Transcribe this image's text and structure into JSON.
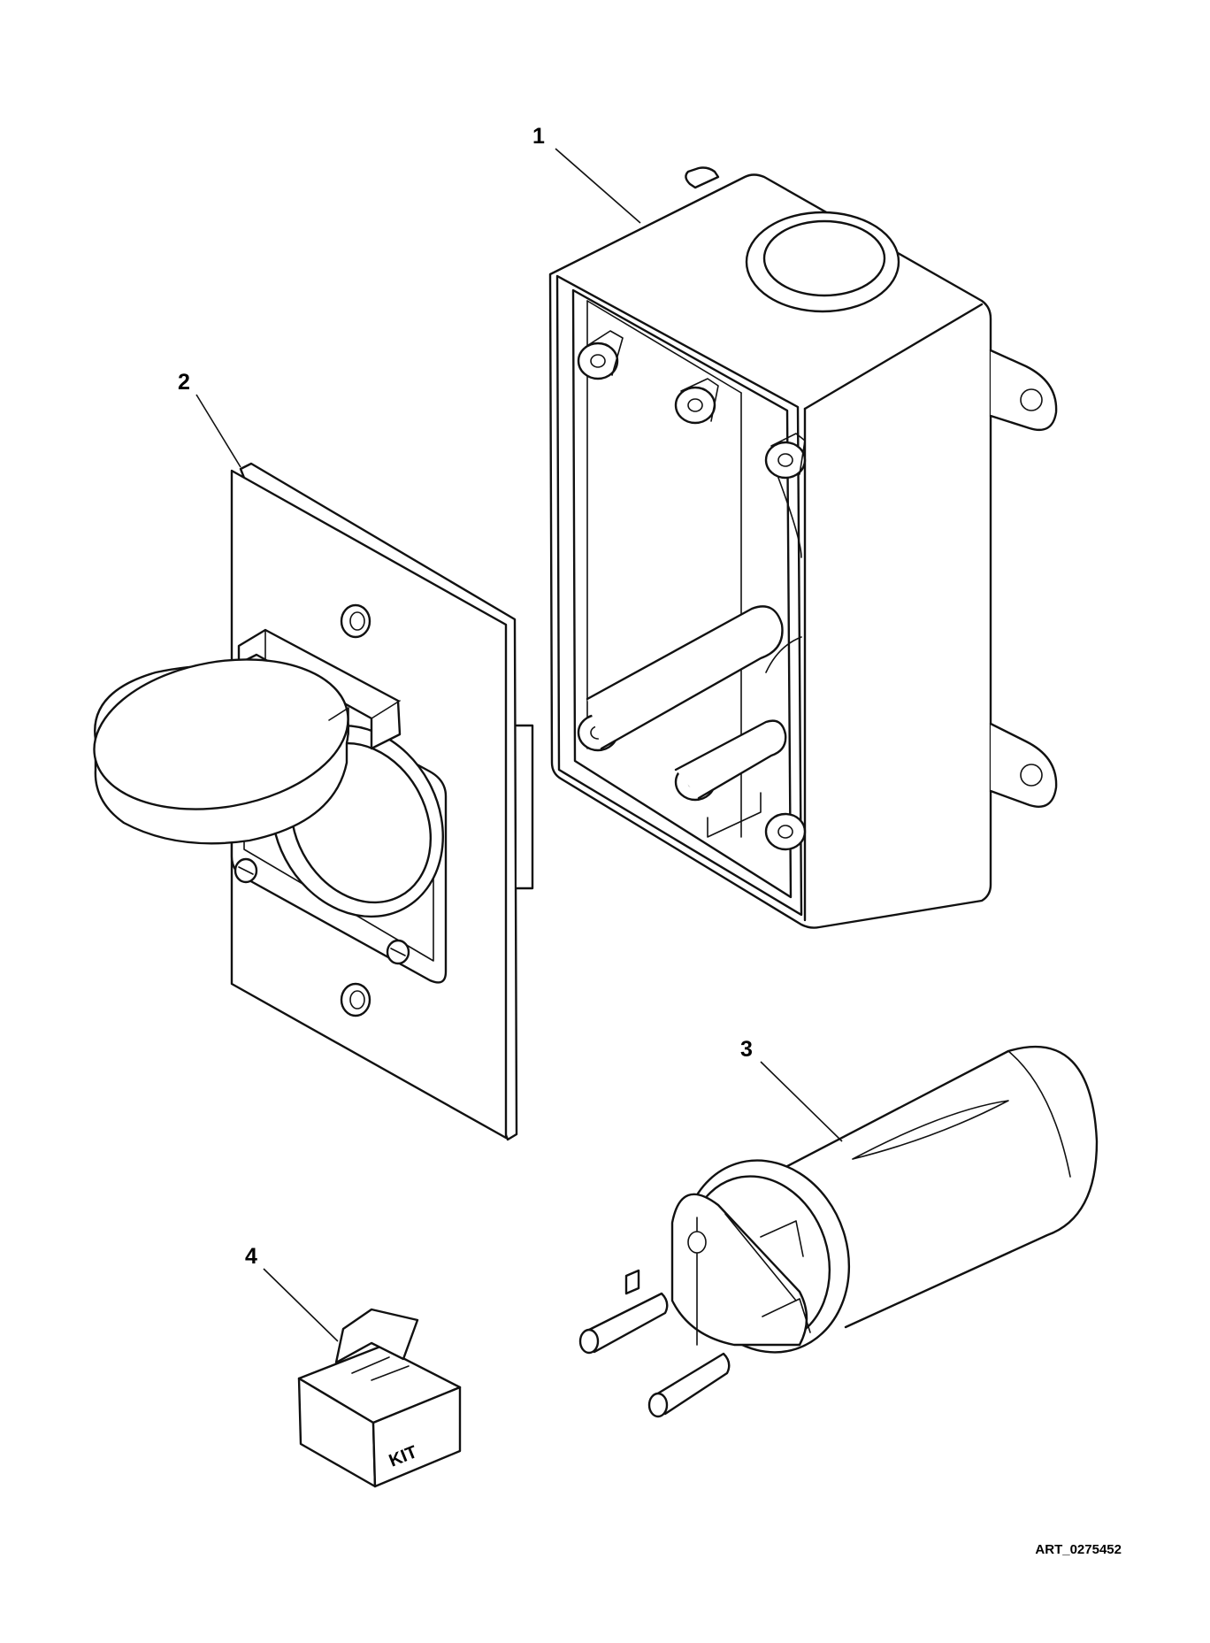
{
  "callouts": [
    {
      "id": "1",
      "label": "1"
    },
    {
      "id": "2",
      "label": "2"
    },
    {
      "id": "3",
      "label": "3"
    },
    {
      "id": "4",
      "label": "4"
    }
  ],
  "kit_label": "KIT",
  "art_id": "ART_0275452",
  "colors": {
    "ink": "#111111",
    "paper": "#ffffff"
  }
}
